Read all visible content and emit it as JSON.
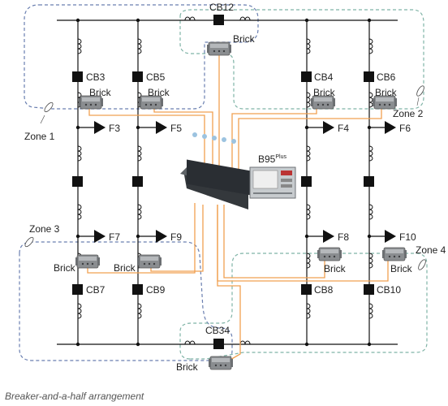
{
  "breakers": {
    "cb12": "CB12",
    "cb3": "CB3",
    "cb5": "CB5",
    "cb4": "CB4",
    "cb6": "CB6",
    "cb7": "CB7",
    "cb9": "CB9",
    "cb8": "CB8",
    "cb10": "CB10",
    "cb34": "CB34"
  },
  "feeders": {
    "f3": "F3",
    "f5": "F5",
    "f4": "F4",
    "f6": "F6",
    "f7": "F7",
    "f9": "F9",
    "f8": "F8",
    "f10": "F10"
  },
  "zones": {
    "zone1": "Zone 1",
    "zone2": "Zone 2",
    "zone3": "Zone 3",
    "zone4": "Zone 4"
  },
  "brick_label": "Brick",
  "relay": {
    "name": "B95",
    "superscript": "Plus"
  },
  "caption": "Breaker-and-a-half arrangement",
  "colors": {
    "fiber": "#f0a050",
    "zone_blue": "#6a7fb0",
    "zone_green": "#7fb3a6",
    "breaker": "#111111"
  }
}
